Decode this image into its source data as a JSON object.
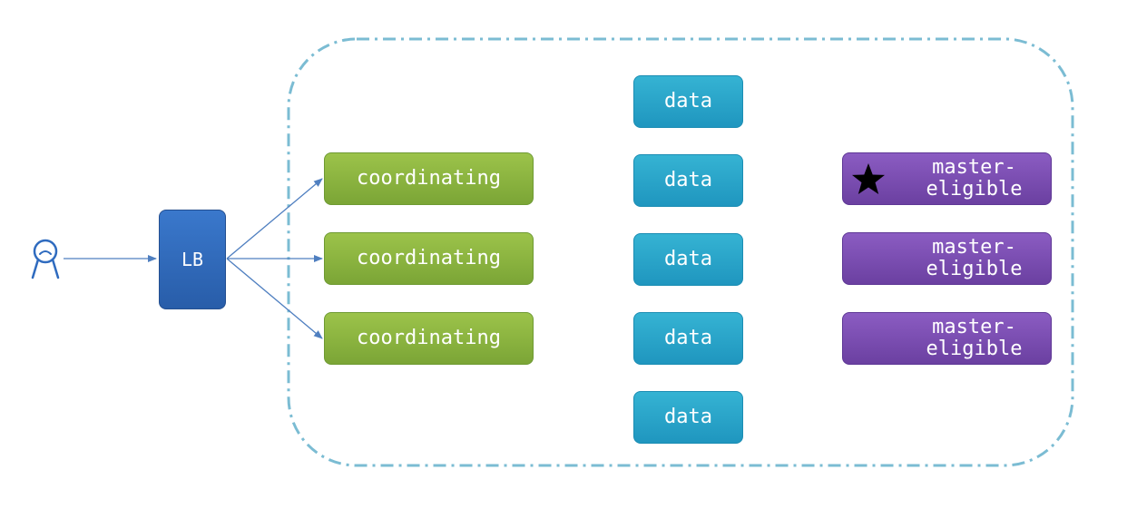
{
  "nodes": {
    "lb_label": "LB",
    "coordinating": [
      "coordinating",
      "coordinating",
      "coordinating"
    ],
    "data": [
      "data",
      "data",
      "data",
      "data",
      "data"
    ],
    "master": [
      "master-\neligible",
      "master-\neligible",
      "master-\neligible"
    ]
  },
  "icons": {
    "client": "user-icon",
    "elected_master": "star-icon"
  },
  "colors": {
    "lb": "#2f6bbf",
    "coordinating": "#8bb63f",
    "data": "#2ba6cb",
    "master": "#7a4fb2",
    "cluster_border": "#7bbcd3",
    "edges": "#4f7fc0"
  }
}
